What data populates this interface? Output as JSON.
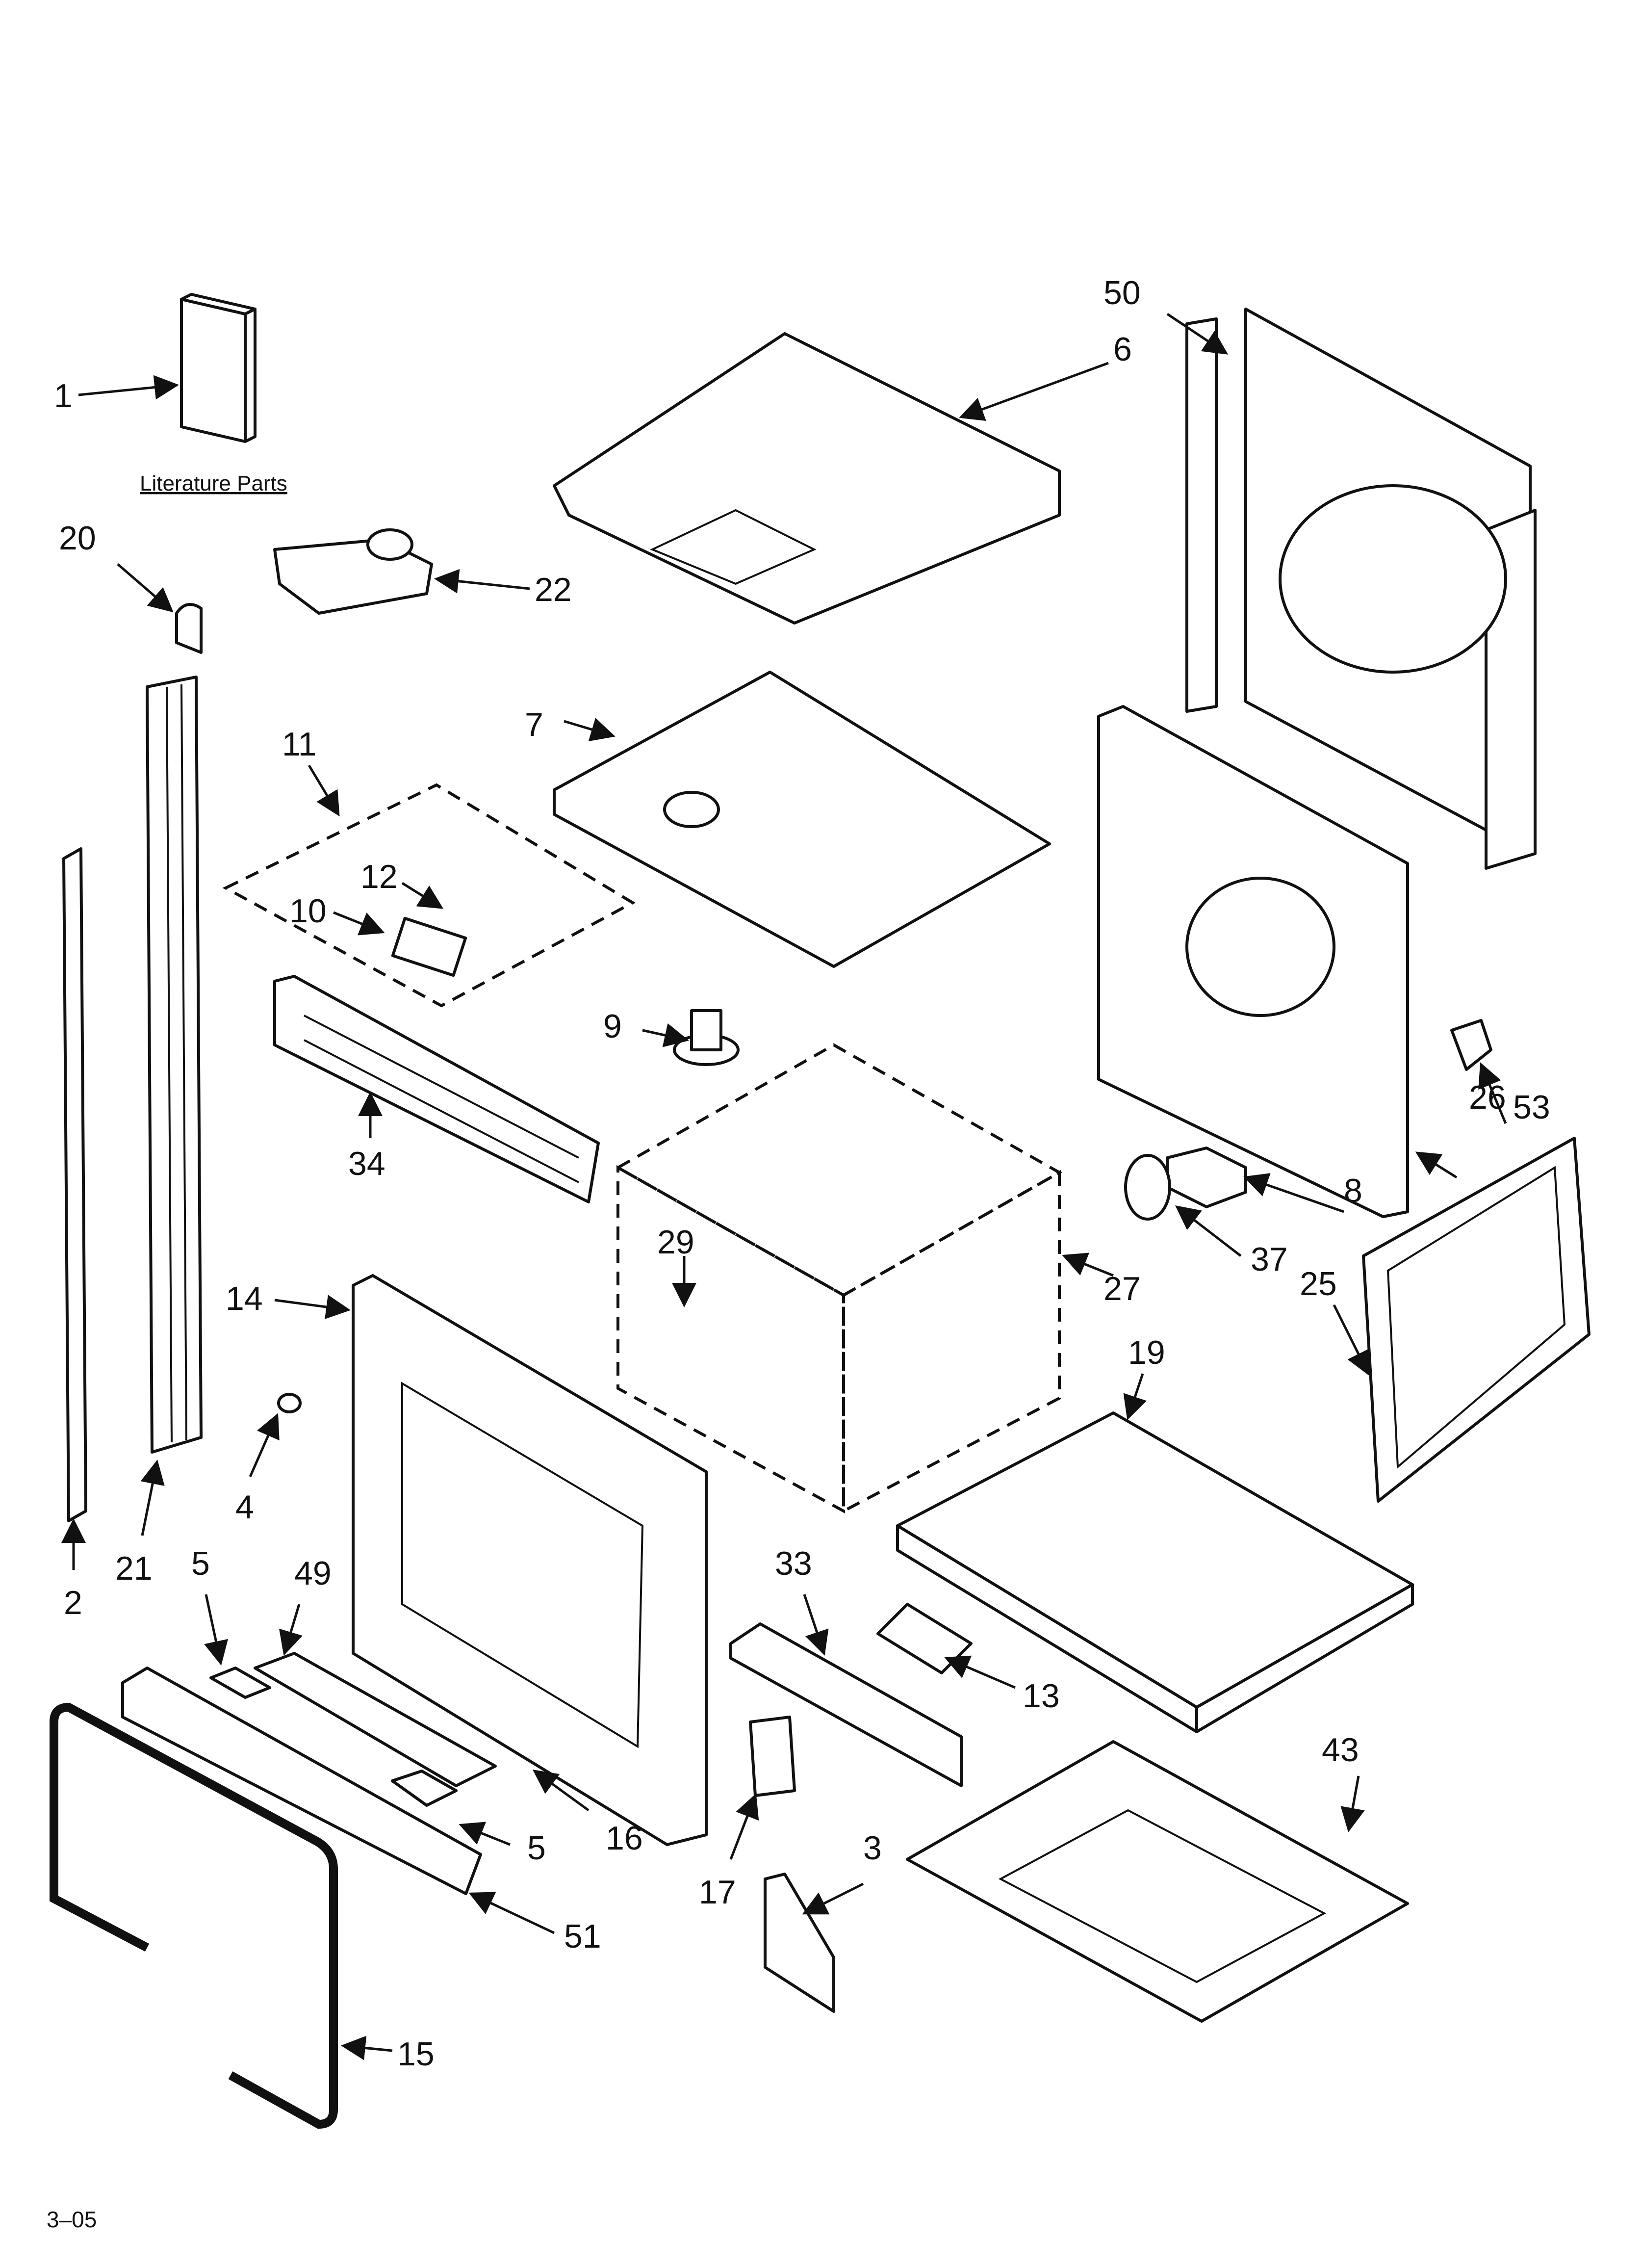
{
  "caption": "Literature Parts",
  "footer": "3–05",
  "callouts": [
    "1",
    "20",
    "22",
    "11",
    "12",
    "10",
    "34",
    "9",
    "29",
    "27",
    "14",
    "4",
    "2",
    "21",
    "5",
    "49",
    "16",
    "51",
    "15",
    "33",
    "17",
    "3",
    "13",
    "43",
    "19",
    "25",
    "37",
    "8",
    "26",
    "53",
    "7",
    "6",
    "50"
  ]
}
